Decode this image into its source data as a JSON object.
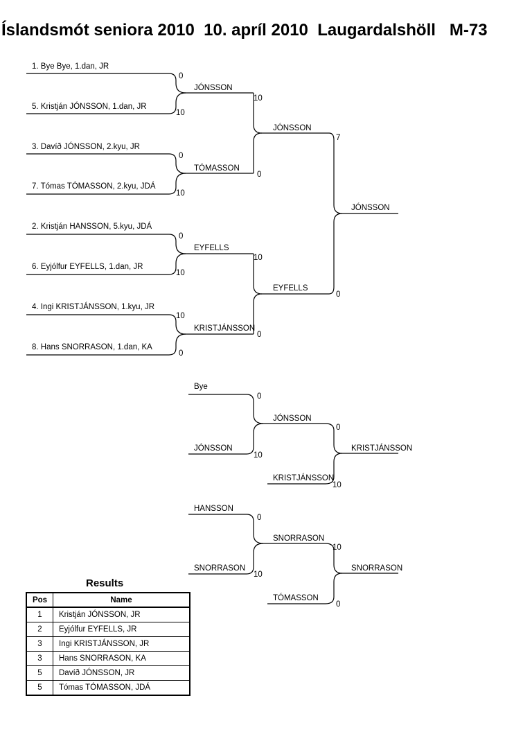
{
  "title": "Íslandsmót seniora 2010  10. apríl 2010  Laugardalshöll   M-73",
  "bracket": {
    "round1": [
      {
        "entry": "1. Bye Bye, 1.dan, JR",
        "score": "0"
      },
      {
        "entry": "5. Kristján JÓNSSON, 1.dan, JR",
        "score": "10"
      },
      {
        "entry": "3. Davíð JÓNSSON, 2.kyu, JR",
        "score": "0"
      },
      {
        "entry": "7. Tómas TÓMASSON, 2.kyu, JDÁ",
        "score": "10"
      },
      {
        "entry": "2. Kristján HANSSON, 5.kyu, JDÁ",
        "score": "0"
      },
      {
        "entry": "6. Eyjólfur EYFELLS, 1.dan, JR",
        "score": "10"
      },
      {
        "entry": "4. Ingi KRISTJÁNSSON, 1.kyu, JR",
        "score": "10"
      },
      {
        "entry": "8. Hans SNORRASON, 1.dan, KA",
        "score": "0"
      }
    ],
    "round2": [
      {
        "name": "JÓNSSON",
        "score": "10"
      },
      {
        "name": "TÓMASSON",
        "score": "0"
      },
      {
        "name": "EYFELLS",
        "score": "10"
      },
      {
        "name": "KRISTJÁNSSON",
        "score": "0"
      }
    ],
    "semis": [
      {
        "name": "JÓNSSON",
        "score": "7"
      },
      {
        "name": "EYFELLS",
        "score": "0"
      }
    ],
    "winner": "JÓNSSON"
  },
  "repechage_a": {
    "entries": [
      {
        "name": "Bye",
        "score": "0"
      },
      {
        "name": "JÓNSSON",
        "score": "10"
      }
    ],
    "mid": {
      "name": "JÓNSSON",
      "score": "0"
    },
    "opponent": {
      "name": "KRISTJÁNSSON",
      "score": "10"
    },
    "winner": "KRISTJÁNSSON"
  },
  "repechage_b": {
    "entries": [
      {
        "name": "HANSSON",
        "score": "0"
      },
      {
        "name": "SNORRASON",
        "score": "10"
      }
    ],
    "mid": {
      "name": "SNORRASON",
      "score": "10"
    },
    "opponent": {
      "name": "TÓMASSON",
      "score": "0"
    },
    "winner": "SNORRASON"
  },
  "results": {
    "title": "Results",
    "headers": {
      "pos": "Pos",
      "name": "Name"
    },
    "rows": [
      {
        "pos": "1",
        "name": "Kristján JÓNSSON, JR"
      },
      {
        "pos": "2",
        "name": "Eyjólfur EYFELLS, JR"
      },
      {
        "pos": "3",
        "name": "Ingi KRISTJÁNSSON, JR"
      },
      {
        "pos": "3",
        "name": "Hans SNORRASON, KA"
      },
      {
        "pos": "5",
        "name": "Davíð JÓNSSON, JR"
      },
      {
        "pos": "5",
        "name": "Tómas TÓMASSON, JDÁ"
      }
    ]
  }
}
